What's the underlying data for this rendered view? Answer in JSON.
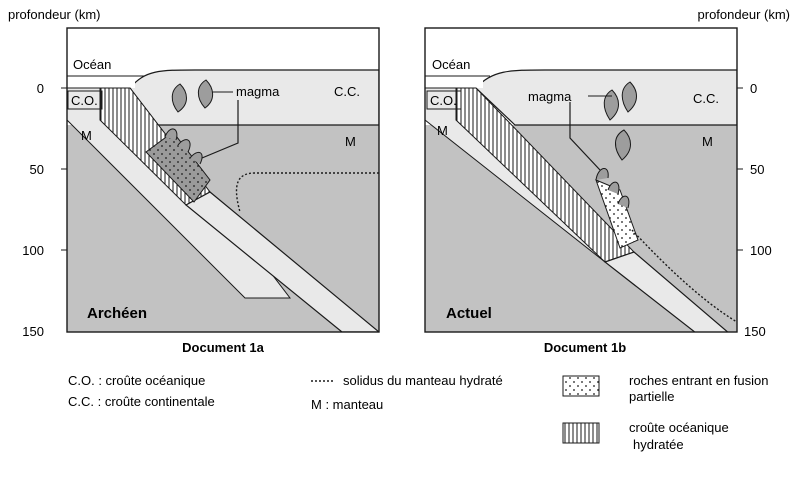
{
  "axis": {
    "title": "profondeur (km)",
    "ticks": [
      "0",
      "50",
      "100",
      "150"
    ]
  },
  "panels": [
    {
      "doc_label": "Document 1a",
      "period": "Archéen",
      "labels": {
        "ocean": "Océan",
        "co": "C.O.",
        "cc": "C.C.",
        "m_left": "M",
        "m_right": "M",
        "magma": "magma"
      }
    },
    {
      "doc_label": "Document 1b",
      "period": "Actuel",
      "labels": {
        "ocean": "Océan",
        "co": "C.O.",
        "cc": "C.C.",
        "m_left": "M",
        "m_right": "M",
        "magma": "magma"
      }
    }
  ],
  "legend": {
    "co": "C.O. : croûte océanique",
    "cc": "C.C. : croûte continentale",
    "solidus": "solidus du manteau hydraté",
    "mantle": "M : manteau",
    "fusion_line1": "roches entrant en fusion",
    "fusion_line2": "partielle",
    "hydrated_line1": "croûte océanique",
    "hydrated_line2": "hydratée"
  },
  "colors": {
    "mantle": "#c2c2c2",
    "crust": "#e9e9e9",
    "magma": "#9d9d9d",
    "outline": "#1a1a1a"
  }
}
